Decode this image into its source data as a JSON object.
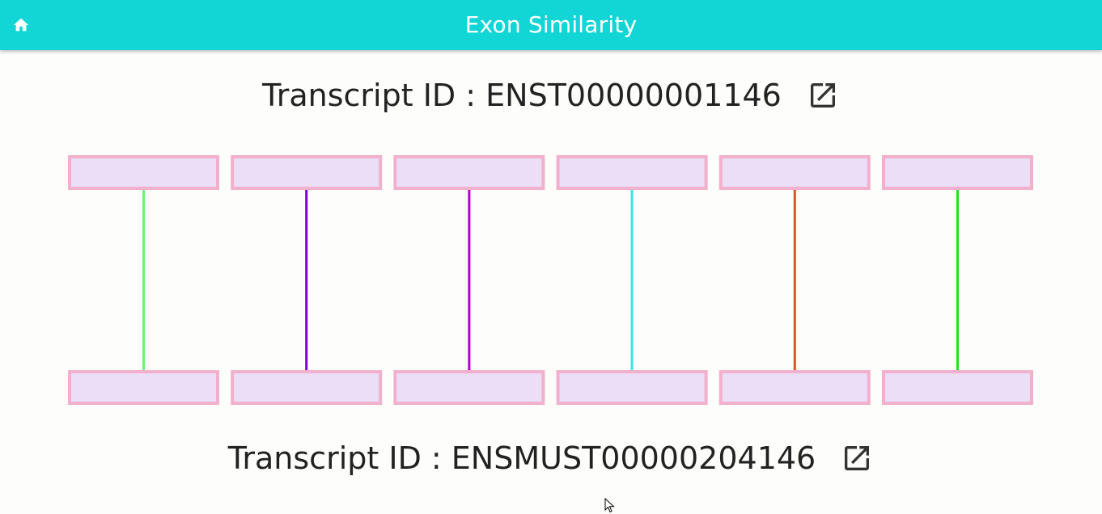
{
  "app": {
    "title": "Exon Similarity",
    "home_icon": "home-icon",
    "header_color": "#12d6d6"
  },
  "top_transcript": {
    "label": "Transcript ID : ENST00000001146",
    "link_icon": "open-in-new-icon"
  },
  "bottom_transcript": {
    "label": "Transcript ID : ENSMUST00000204146",
    "link_icon": "open-in-new-icon"
  },
  "exon_box_style": {
    "fill": "#ebdff8",
    "border": "#f2b0cc"
  },
  "exon_pairs": [
    {
      "color": "#6ef078"
    },
    {
      "color": "#7a00cc"
    },
    {
      "color": "#b200c8"
    },
    {
      "color": "#39e6e6"
    },
    {
      "color": "#d2561e"
    },
    {
      "color": "#22e022"
    }
  ]
}
